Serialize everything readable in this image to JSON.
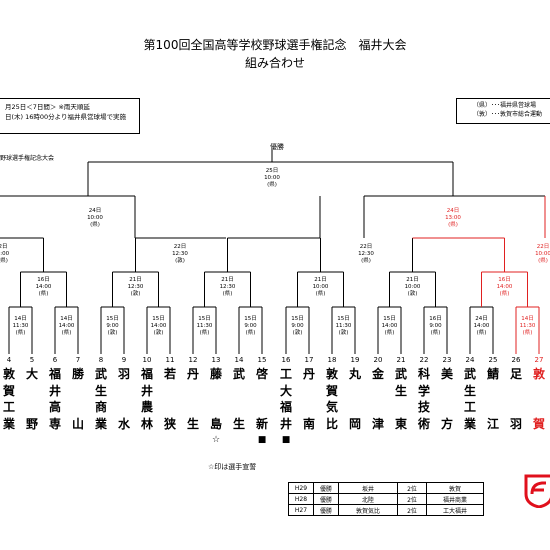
{
  "title": "第100回全国高等学校野球選手権記念　福井大会",
  "subtitle": "組み合わせ",
  "schedule_box": {
    "line1": "月25日＜7日間＞ ※雨天順延",
    "line2": "日(木) 16時00分より福井県営球場で実施"
  },
  "venue_box": {
    "line1": "（県）･･･福井県営球場",
    "line2": "（敦）･･･敦賀市総合運動"
  },
  "left_note": "野球選手権記念大会",
  "champion_label": "優勝",
  "footnote": "☆印は選手宣誓",
  "colors": {
    "accent_red": "#e02020",
    "logo_red": "#e0101c"
  },
  "final": {
    "date": "25日",
    "time": "10:00",
    "venue": "(県)"
  },
  "semis": [
    {
      "date": "24日",
      "time": "10:00",
      "venue": "(県)"
    },
    {
      "date": "24日",
      "time": "13:00",
      "venue": "(県)",
      "red": true
    }
  ],
  "quarters": [
    {
      "date": "2日",
      "time": "0:00",
      "venue": "(県)"
    },
    {
      "date": "22日",
      "time": "12:30",
      "venue": "(敦)"
    },
    {
      "date": "22日",
      "time": "12:30",
      "venue": "(県)"
    },
    {
      "date": "22日",
      "time": "10:00",
      "venue": "(県)",
      "red": true
    }
  ],
  "round3": [
    {
      "date": "16日",
      "time": "14:00",
      "venue": "(県)"
    },
    {
      "date": "21日",
      "time": "12:30",
      "venue": "(敦)"
    },
    {
      "date": "21日",
      "time": "12:30",
      "venue": "(県)"
    },
    {
      "date": "21日",
      "time": "10:00",
      "venue": "(県)"
    },
    {
      "date": "21日",
      "time": "10:00",
      "venue": "(敦)"
    },
    {
      "date": "16日",
      "time": "14:00",
      "venue": "(県)",
      "red": true
    }
  ],
  "round2": [
    {
      "date": "14日",
      "time": "11:30",
      "venue": "(県)"
    },
    {
      "date": "14日",
      "time": "14:00",
      "venue": "(県)"
    },
    {
      "date": "15日",
      "time": "9:00",
      "venue": "(敦)"
    },
    {
      "date": "15日",
      "time": "14:00",
      "venue": "(敦)"
    },
    {
      "date": "15日",
      "time": "11:30",
      "venue": "(県)"
    },
    {
      "date": "15日",
      "time": "9:00",
      "venue": "(県)"
    },
    {
      "date": "15日",
      "time": "9:00",
      "venue": "(敦)"
    },
    {
      "date": "15日",
      "time": "11:30",
      "venue": "(敦)"
    },
    {
      "date": "15日",
      "time": "14:00",
      "venue": "(県)"
    },
    {
      "date": "16日",
      "time": "9:00",
      "venue": "(県)"
    },
    {
      "date": "24日",
      "time": "14:00",
      "venue": "(県)"
    },
    {
      "date": "14日",
      "time": "11:30",
      "venue": "(県)",
      "red": true
    }
  ],
  "teams": [
    {
      "num": "4",
      "name": "敦賀工業"
    },
    {
      "num": "5",
      "name": "大野"
    },
    {
      "num": "6",
      "name": "福井高専"
    },
    {
      "num": "7",
      "name": "勝山"
    },
    {
      "num": "8",
      "name": "武生商業"
    },
    {
      "num": "9",
      "name": "羽水"
    },
    {
      "num": "10",
      "name": "福井農林"
    },
    {
      "num": "11",
      "name": "若狭"
    },
    {
      "num": "12",
      "name": "丹生"
    },
    {
      "num": "13",
      "name": "藤島",
      "mark": "☆"
    },
    {
      "num": "14",
      "name": "武生"
    },
    {
      "num": "15",
      "name": "啓新",
      "mark": "■"
    },
    {
      "num": "16",
      "name": "工大福井",
      "mark": "■"
    },
    {
      "num": "17",
      "name": "丹南"
    },
    {
      "num": "18",
      "name": "敦賀気比"
    },
    {
      "num": "19",
      "name": "丸岡"
    },
    {
      "num": "20",
      "name": "金津"
    },
    {
      "num": "21",
      "name": "武生東"
    },
    {
      "num": "22",
      "name": "科学技術"
    },
    {
      "num": "23",
      "name": "美方"
    },
    {
      "num": "24",
      "name": "武生工業"
    },
    {
      "num": "25",
      "name": "鯖江"
    },
    {
      "num": "26",
      "name": "足羽"
    },
    {
      "num": "27",
      "name": "敦賀",
      "red": true
    }
  ],
  "history": [
    {
      "year": "H29",
      "result": "優勝",
      "winner": "坂井",
      "place": "2位",
      "runner_up": "敦賀"
    },
    {
      "year": "H28",
      "result": "優勝",
      "winner": "北陸",
      "place": "2位",
      "runner_up": "福井商業"
    },
    {
      "year": "H27",
      "result": "優勝",
      "winner": "敦賀気比",
      "place": "2位",
      "runner_up": "工大福井"
    }
  ]
}
